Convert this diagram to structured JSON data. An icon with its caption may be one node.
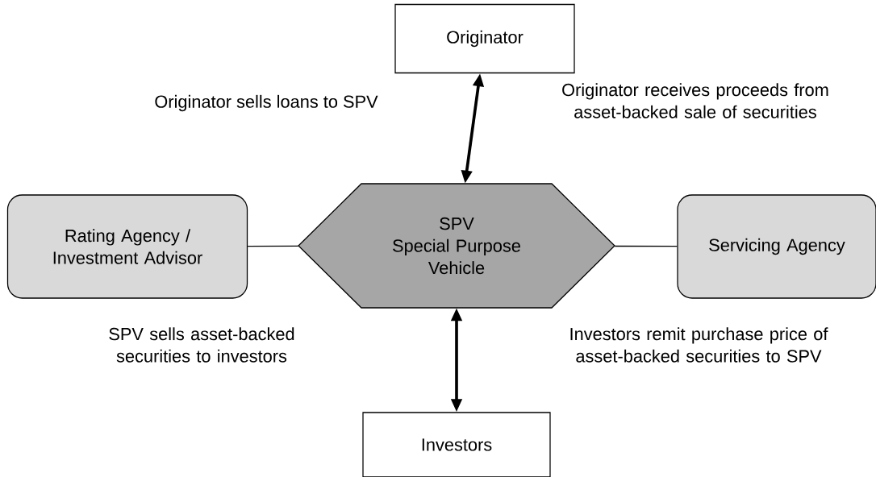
{
  "diagram": {
    "nodes": [
      {
        "text": [
          "Originator"
        ]
      },
      {
        "text": [
          "Rating Agency / Investment Advisor"
        ]
      },
      {
        "text": [
          "SPV",
          "Special Purpose Vehicle"
        ]
      },
      {
        "text": [
          "Servicing Agency"
        ]
      },
      {
        "text": [
          "Investors"
        ]
      }
    ],
    "edges": [
      {
        "from": 0,
        "to": 2,
        "arrow": "both",
        "style": "thick"
      },
      {
        "from": 2,
        "to": 4,
        "arrow": "both",
        "style": "thick"
      },
      {
        "from": 1,
        "to": 2,
        "arrow": "none"
      },
      {
        "from": 2,
        "to": 3,
        "arrow": "none"
      }
    ],
    "labels": [
      "Originator sells loans to SPV",
      "Originator receives proceeds from asset-backed sale of securities",
      "SPV sells asset-backed securities to investors",
      "Investors remit purchase price of asset-backed securities to SPV"
    ]
  }
}
